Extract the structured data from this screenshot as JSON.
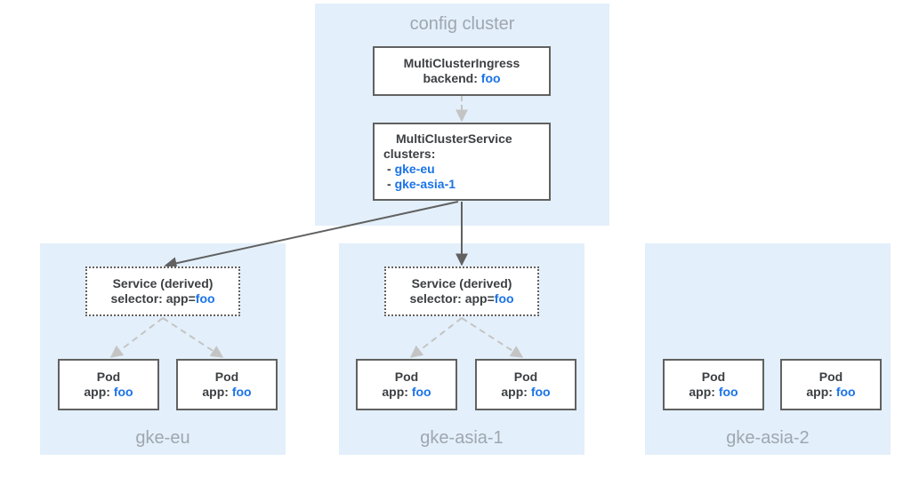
{
  "config_cluster": {
    "label": "config cluster",
    "ingress": {
      "title": "MultiClusterIngress",
      "backend_label": "backend: ",
      "backend_value": "foo"
    },
    "service": {
      "title": "MultiClusterService",
      "clusters_label": "clusters:",
      "clusters": [
        "gke-eu",
        "gke-asia-1"
      ],
      "bullet": "- "
    }
  },
  "clusters": [
    {
      "label": "gke-eu",
      "service": {
        "title": "Service (derived)",
        "selector_label": "selector: app=",
        "selector_value": "foo"
      },
      "pods": [
        {
          "title": "Pod",
          "app_label": "app: ",
          "app_value": "foo"
        },
        {
          "title": "Pod",
          "app_label": "app: ",
          "app_value": "foo"
        }
      ]
    },
    {
      "label": "gke-asia-1",
      "service": {
        "title": "Service (derived)",
        "selector_label": "selector: app=",
        "selector_value": "foo"
      },
      "pods": [
        {
          "title": "Pod",
          "app_label": "app: ",
          "app_value": "foo"
        },
        {
          "title": "Pod",
          "app_label": "app: ",
          "app_value": "foo"
        }
      ]
    },
    {
      "label": "gke-asia-2",
      "pods": [
        {
          "title": "Pod",
          "app_label": "app: ",
          "app_value": "foo"
        },
        {
          "title": "Pod",
          "app_label": "app: ",
          "app_value": "foo"
        }
      ]
    }
  ],
  "colors": {
    "region_bg": "#e3effa",
    "accent": "#1a73e8",
    "arrow_solid": "#616161",
    "arrow_dashed": "#c4c4c4",
    "region_label": "#9ea7b0"
  }
}
